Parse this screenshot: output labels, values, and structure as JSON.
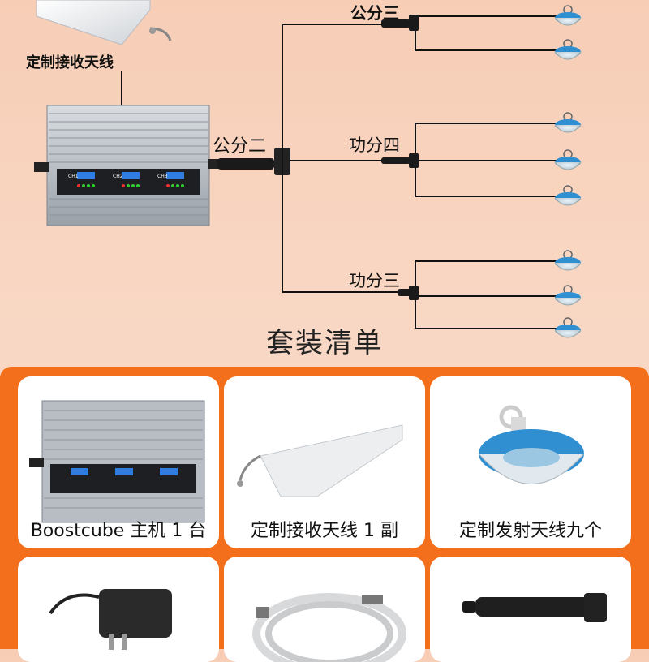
{
  "diagram": {
    "receive_antenna_label": "定制接收天线",
    "splitter_top_label": "公分三",
    "splitter_main_label": "公分二",
    "splitter_mid_label": "功分四",
    "splitter_bottom_label": "功分三",
    "amp_channels": [
      "CH1",
      "CH2",
      "CH3"
    ]
  },
  "section_title": "套装清单",
  "kit_items": [
    {
      "caption": "Boostcube 主机 1 台"
    },
    {
      "caption": "定制接收天线 1 副"
    },
    {
      "caption": "定制发射天线九个"
    },
    {
      "caption": ""
    },
    {
      "caption": ""
    },
    {
      "caption": ""
    }
  ],
  "colors": {
    "background": "#f8d4bf",
    "panel": "#f36f1c",
    "antenna_blue": "#2f8fd0",
    "cable": "#111111"
  }
}
